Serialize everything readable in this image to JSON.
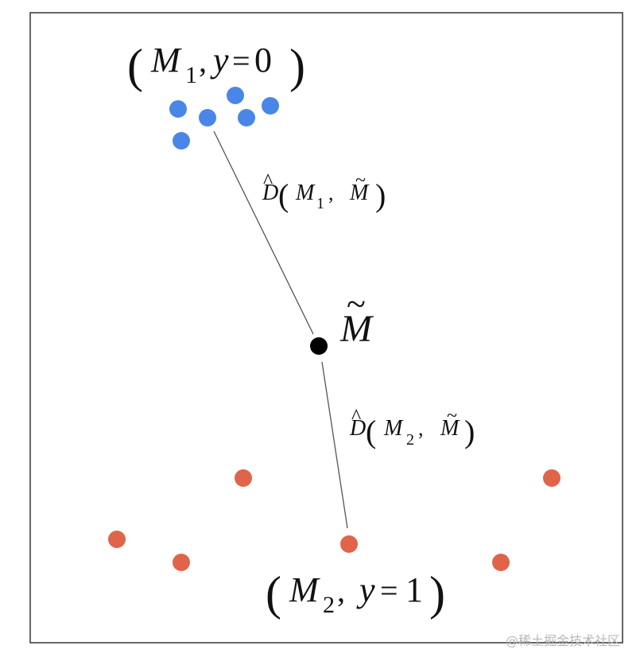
{
  "colors": {
    "frame": "#333333",
    "background": "#ffffff",
    "group1": "#4a86e8",
    "group2": "#e0644a",
    "center": "#000000",
    "connector": "#555555",
    "watermark": "#b8b8b8"
  },
  "labels": {
    "group1": {
      "symbol": "M",
      "subscript": "1",
      "sep": ",",
      "var": "y",
      "eq": "=",
      "value": "0"
    },
    "group2": {
      "symbol": "M",
      "subscript": "2",
      "sep": ",",
      "var": "y",
      "eq": "=",
      "value": "1"
    },
    "center": {
      "symbol": "M",
      "accent": "~"
    },
    "distance1": {
      "func": "D",
      "func_accent": "^",
      "symbol": "M",
      "subscript": "1",
      "sep": ",",
      "symbol2": "M",
      "symbol2_accent": "~"
    },
    "distance2": {
      "func": "D",
      "func_accent": "^",
      "symbol": "M",
      "subscript": "2",
      "sep": ",",
      "symbol2": "M",
      "symbol2_accent": "~"
    }
  },
  "watermark": "@稀土掘金技术社区",
  "group1_points": 6,
  "group2_points": 6
}
